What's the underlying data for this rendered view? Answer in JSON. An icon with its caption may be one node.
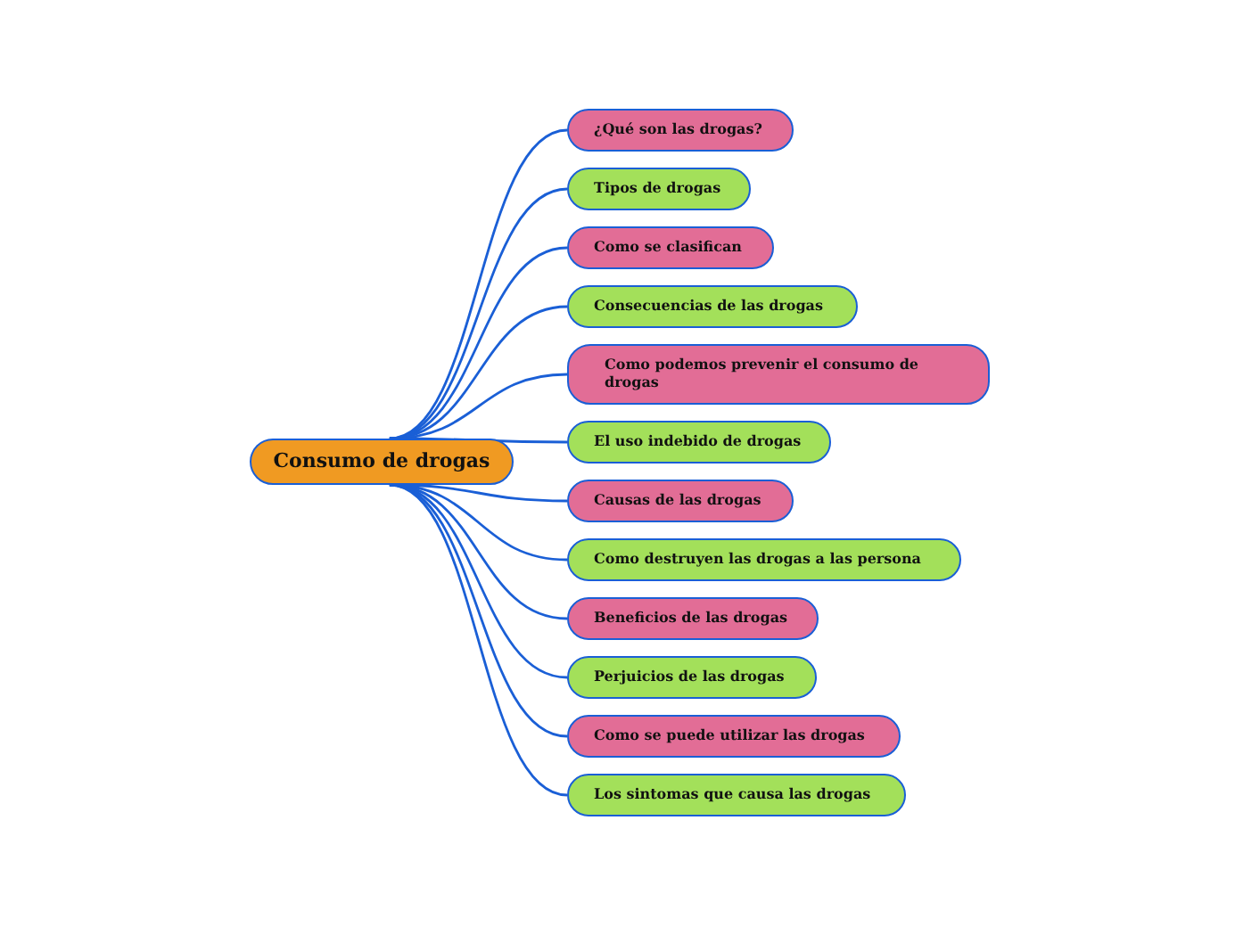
{
  "diagram": {
    "nodes": [
      {
        "text": [
          "Consumo de drogas"
        ]
      },
      {
        "text": [
          "¿Qué son las drogas?"
        ]
      },
      {
        "text": [
          "Tipos de drogas"
        ]
      },
      {
        "text": [
          "Como se clasifican"
        ]
      },
      {
        "text": [
          "Consecuencias de las drogas"
        ]
      },
      {
        "text": [
          "Como podemos prevenir el consumo de drogas"
        ]
      },
      {
        "text": [
          "El uso indebido de drogas"
        ]
      },
      {
        "text": [
          "Causas de las drogas"
        ]
      },
      {
        "text": [
          "Como destruyen las drogas a las persona"
        ]
      },
      {
        "text": [
          "Beneficios de las drogas"
        ]
      },
      {
        "text": [
          "Perjuicios de las drogas"
        ]
      },
      {
        "text": [
          "Como se puede utilizar las drogas"
        ]
      },
      {
        "text": [
          "Los sintomas que causa las drogas"
        ]
      }
    ],
    "edges": [
      {
        "from": 0,
        "to": 1,
        "arrow": "none"
      },
      {
        "from": 0,
        "to": 2,
        "arrow": "none"
      },
      {
        "from": 0,
        "to": 3,
        "arrow": "none"
      },
      {
        "from": 0,
        "to": 4,
        "arrow": "none"
      },
      {
        "from": 0,
        "to": 5,
        "arrow": "none"
      },
      {
        "from": 0,
        "to": 6,
        "arrow": "none"
      },
      {
        "from": 0,
        "to": 7,
        "arrow": "none"
      },
      {
        "from": 0,
        "to": 8,
        "arrow": "none"
      },
      {
        "from": 0,
        "to": 9,
        "arrow": "none"
      },
      {
        "from": 0,
        "to": 10,
        "arrow": "none"
      },
      {
        "from": 0,
        "to": 11,
        "arrow": "none"
      },
      {
        "from": 0,
        "to": 12,
        "arrow": "none"
      }
    ]
  }
}
